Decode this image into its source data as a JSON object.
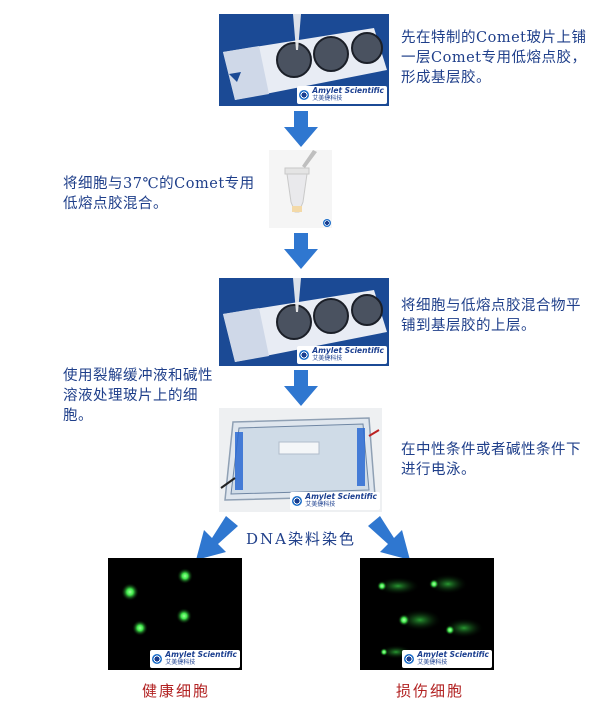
{
  "steps": {
    "step1": "先在特制的Comet玻片上铺一层Comet专用低熔点胶，形成基层胶。",
    "step2": "将细胞与37℃的Comet专用低熔点胶混合。",
    "step3": "将细胞与低熔点胶混合物平铺到基层胶的上层。",
    "step4": "使用裂解缓冲液和碱性溶液处理玻片上的细胞。",
    "step5": "在中性条件或者碱性条件下进行电泳。"
  },
  "stain_label": "DNA染料染色",
  "results": {
    "healthy": "健康细胞",
    "damaged": "损伤细胞"
  },
  "logo": {
    "en": "Amylet Scientific",
    "cn": "艾美捷科技"
  },
  "colors": {
    "text_blue": "#1f3f8a",
    "arrow_blue": "#2f77d0",
    "red": "#b22222",
    "comet_green": "#3fe84a"
  }
}
